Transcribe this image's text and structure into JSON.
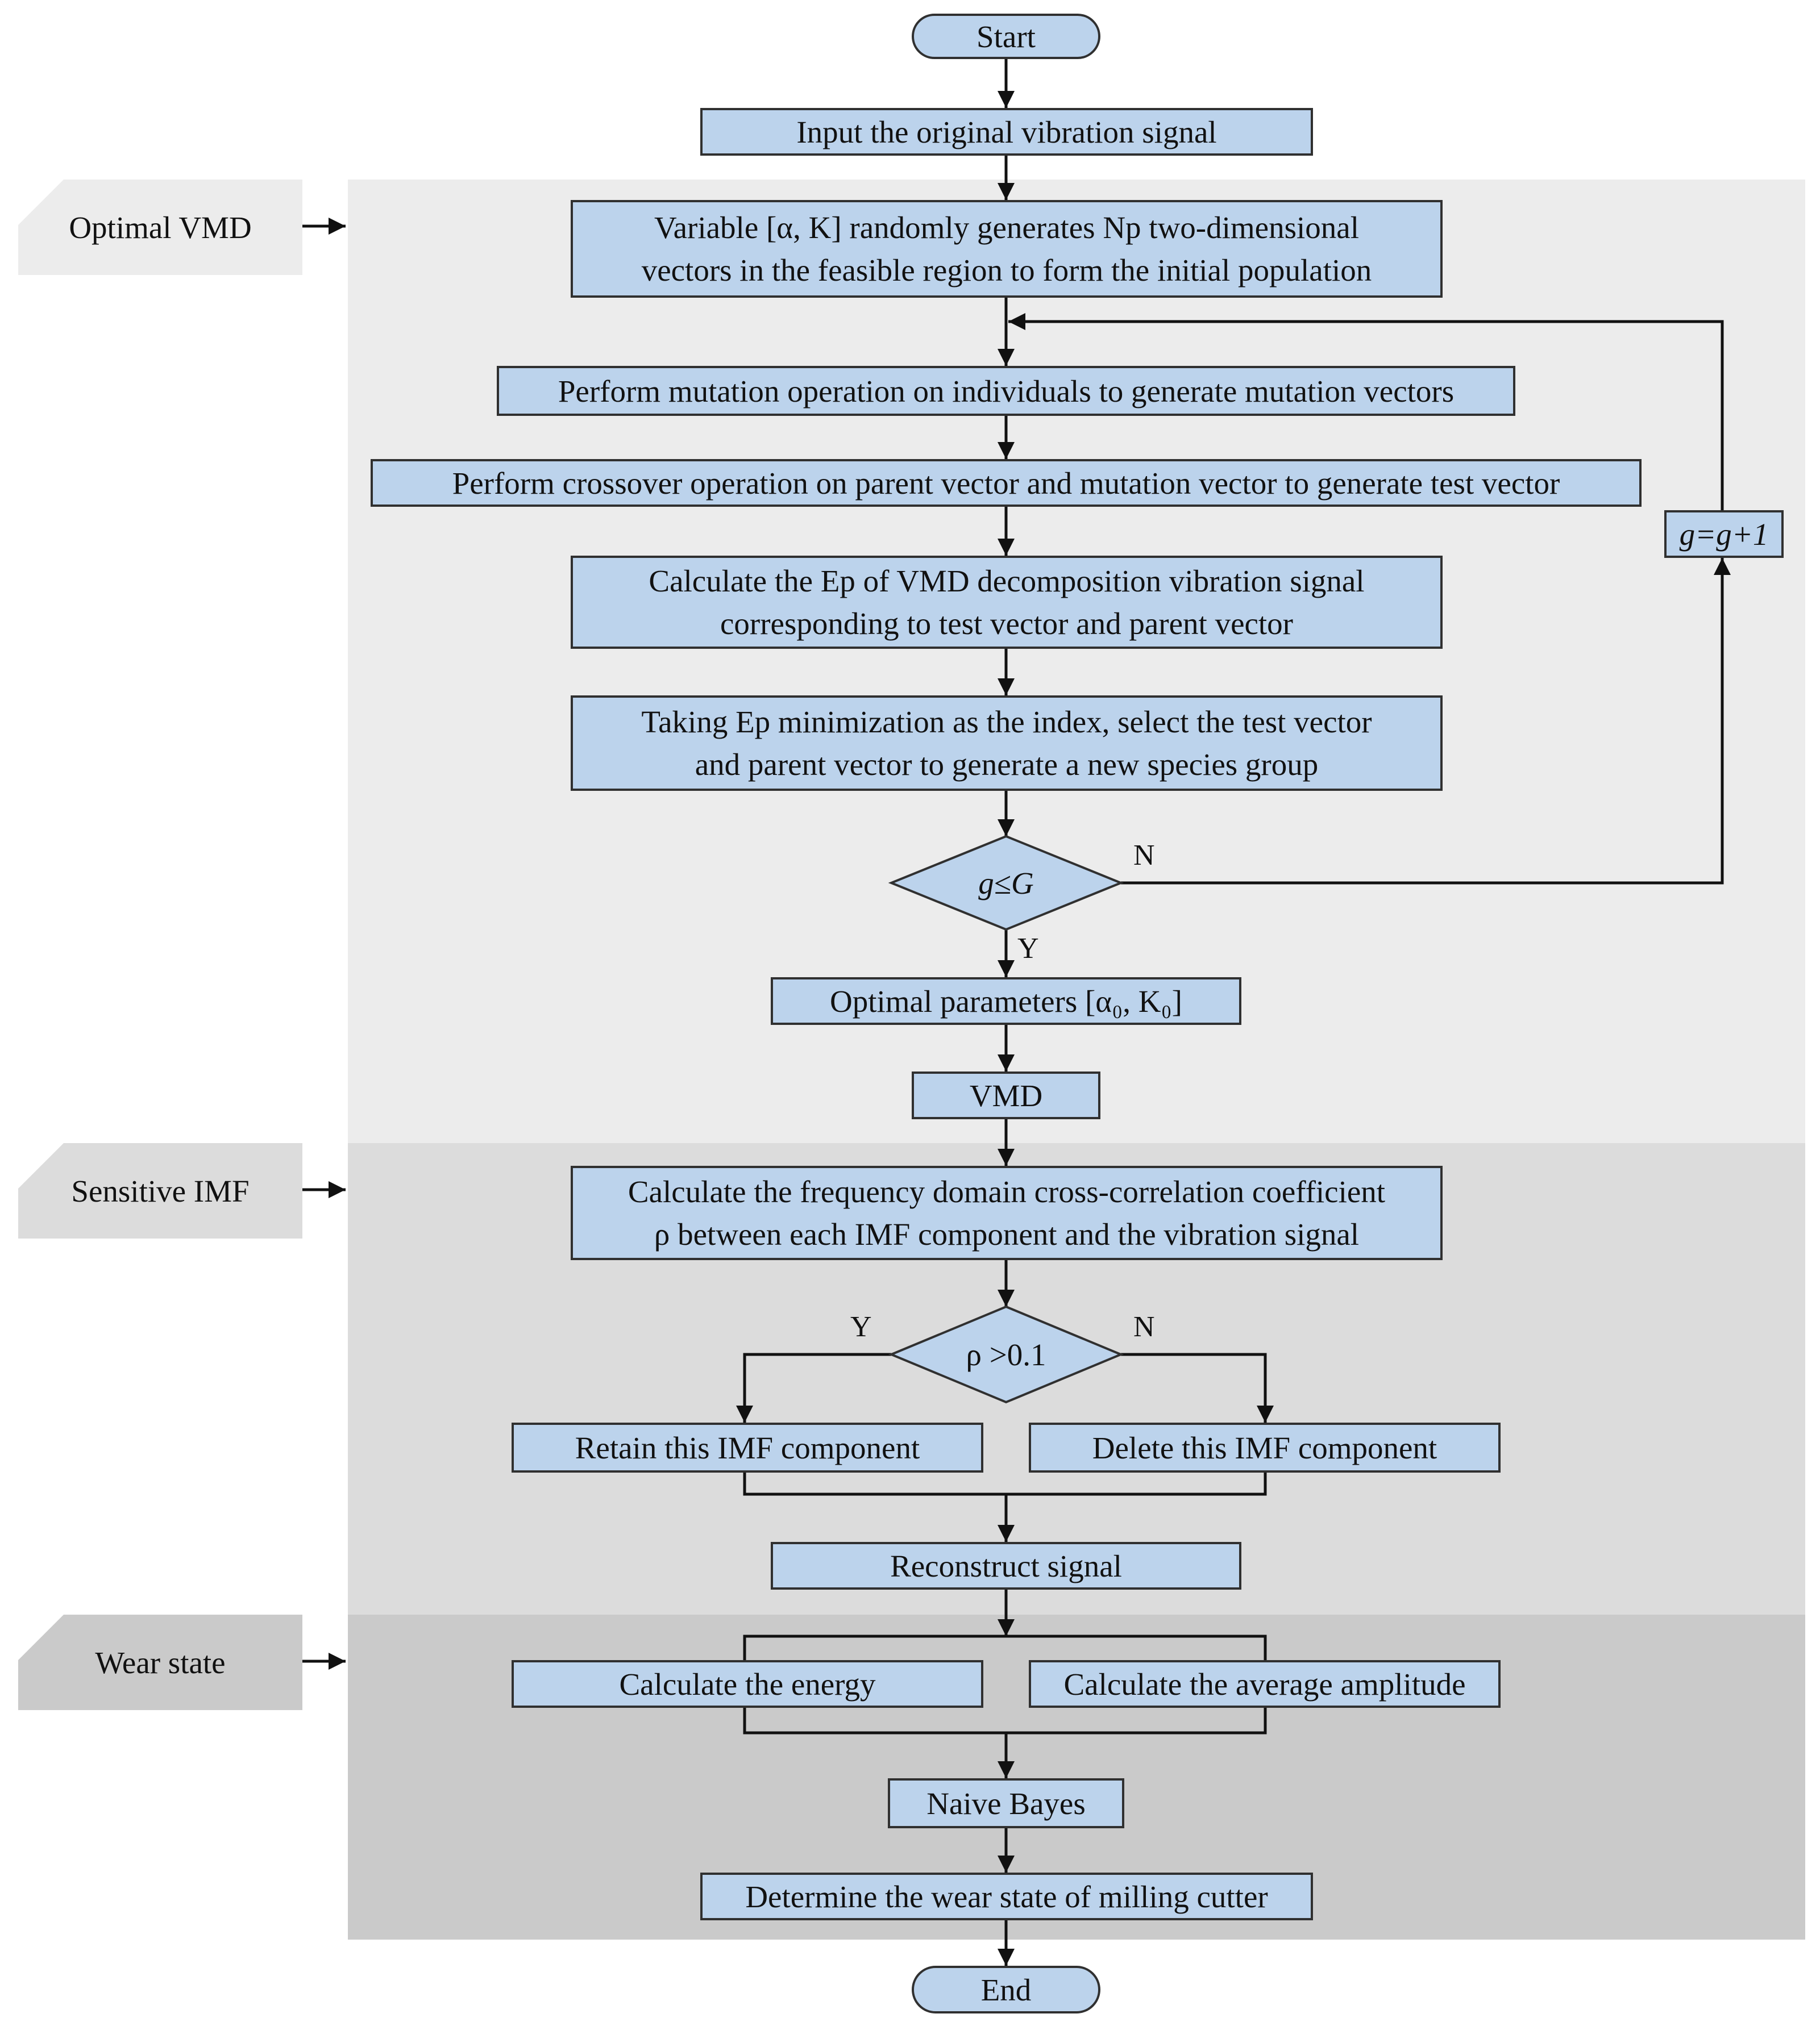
{
  "sections": {
    "optimal_vmd": "Optimal VMD",
    "sensitive_imf": "Sensitive IMF",
    "wear_state": "Wear state"
  },
  "nodes": {
    "start": "Start",
    "input_signal": "Input the original vibration signal",
    "init_population": [
      "Variable [α, K] randomly generates Np two-dimensional",
      "vectors in the feasible region to form the initial population"
    ],
    "mutation": "Perform mutation operation on individuals to generate mutation vectors",
    "crossover": "Perform crossover operation on parent vector and mutation vector to generate test vector",
    "calc_ep": [
      "Calculate the Ep of VMD decomposition vibration signal",
      "corresponding to test vector and parent vector"
    ],
    "select_group": [
      "Taking Ep minimization as the index, select the test vector",
      "and parent vector to generate a new species group"
    ],
    "decision_g": "g≤G",
    "optimal_params": "Optimal parameters [α₀, K₀]",
    "vmd": "VMD",
    "cross_correlation": [
      "Calculate the frequency domain cross-correlation coefficient",
      "ρ between each IMF component and the vibration signal"
    ],
    "decision_rho": "ρ >0.1",
    "retain_imf": "Retain this IMF component",
    "delete_imf": "Delete this IMF component",
    "reconstruct": "Reconstruct signal",
    "calc_energy": "Calculate the energy",
    "calc_amplitude": "Calculate the average amplitude",
    "naive_bayes": "Naive Bayes",
    "determine_wear": "Determine the wear state of milling cutter",
    "end": "End",
    "increment_g": "g=g+1"
  },
  "labels": {
    "g_no": "N",
    "g_yes": "Y",
    "rho_yes": "Y",
    "rho_no": "N"
  },
  "colors": {
    "node_fill": "#bcd3ec",
    "region_vmd": "#ececec",
    "region_imf": "#dcdcdc",
    "region_wear": "#cacaca"
  }
}
